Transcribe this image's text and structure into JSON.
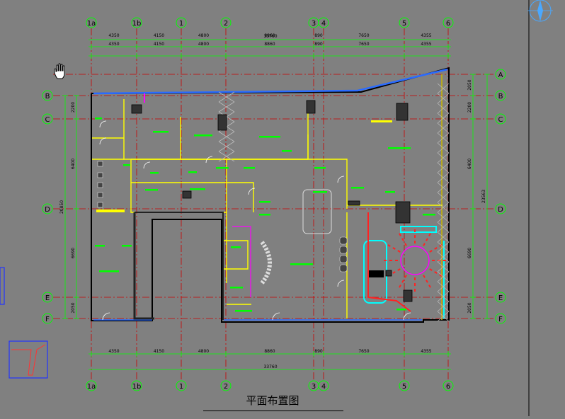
{
  "drawing": {
    "title": "平面布置图",
    "columns": [
      {
        "id": "col-1a",
        "label": "1a"
      },
      {
        "id": "col-1b",
        "label": "1b"
      },
      {
        "id": "col-1",
        "label": "1"
      },
      {
        "id": "col-2",
        "label": "2"
      },
      {
        "id": "col-3",
        "label": "3"
      },
      {
        "id": "col-4",
        "label": "4"
      },
      {
        "id": "col-5",
        "label": "5"
      },
      {
        "id": "col-6",
        "label": "6"
      }
    ],
    "rows": [
      {
        "id": "row-A",
        "label": "A"
      },
      {
        "id": "row-B",
        "label": "B"
      },
      {
        "id": "row-C",
        "label": "C"
      },
      {
        "id": "row-D",
        "label": "D"
      },
      {
        "id": "row-E",
        "label": "E"
      },
      {
        "id": "row-F",
        "label": "F"
      }
    ],
    "top_dims": [
      "4350",
      "4150",
      "4800",
      "8860",
      "890",
      "7650",
      "4355"
    ],
    "total_dim": "33760",
    "left_dims": [
      "2200",
      "6400",
      "6690",
      "2050"
    ],
    "left_total": "20850",
    "right_dims": [
      "2050",
      "2200",
      "6400",
      "6690",
      "2050"
    ],
    "right_total": "23563"
  },
  "colors": {
    "background": "#808080",
    "grid": "#cc0000",
    "dims": "#00ff00",
    "walls_yellow": "#ffff00",
    "walls_blue": "#00ffff",
    "labels": "#00ff00",
    "magenta": "#ff00ff"
  },
  "icons": {
    "compass": "compass-icon",
    "pan": "hand-pan-icon"
  }
}
